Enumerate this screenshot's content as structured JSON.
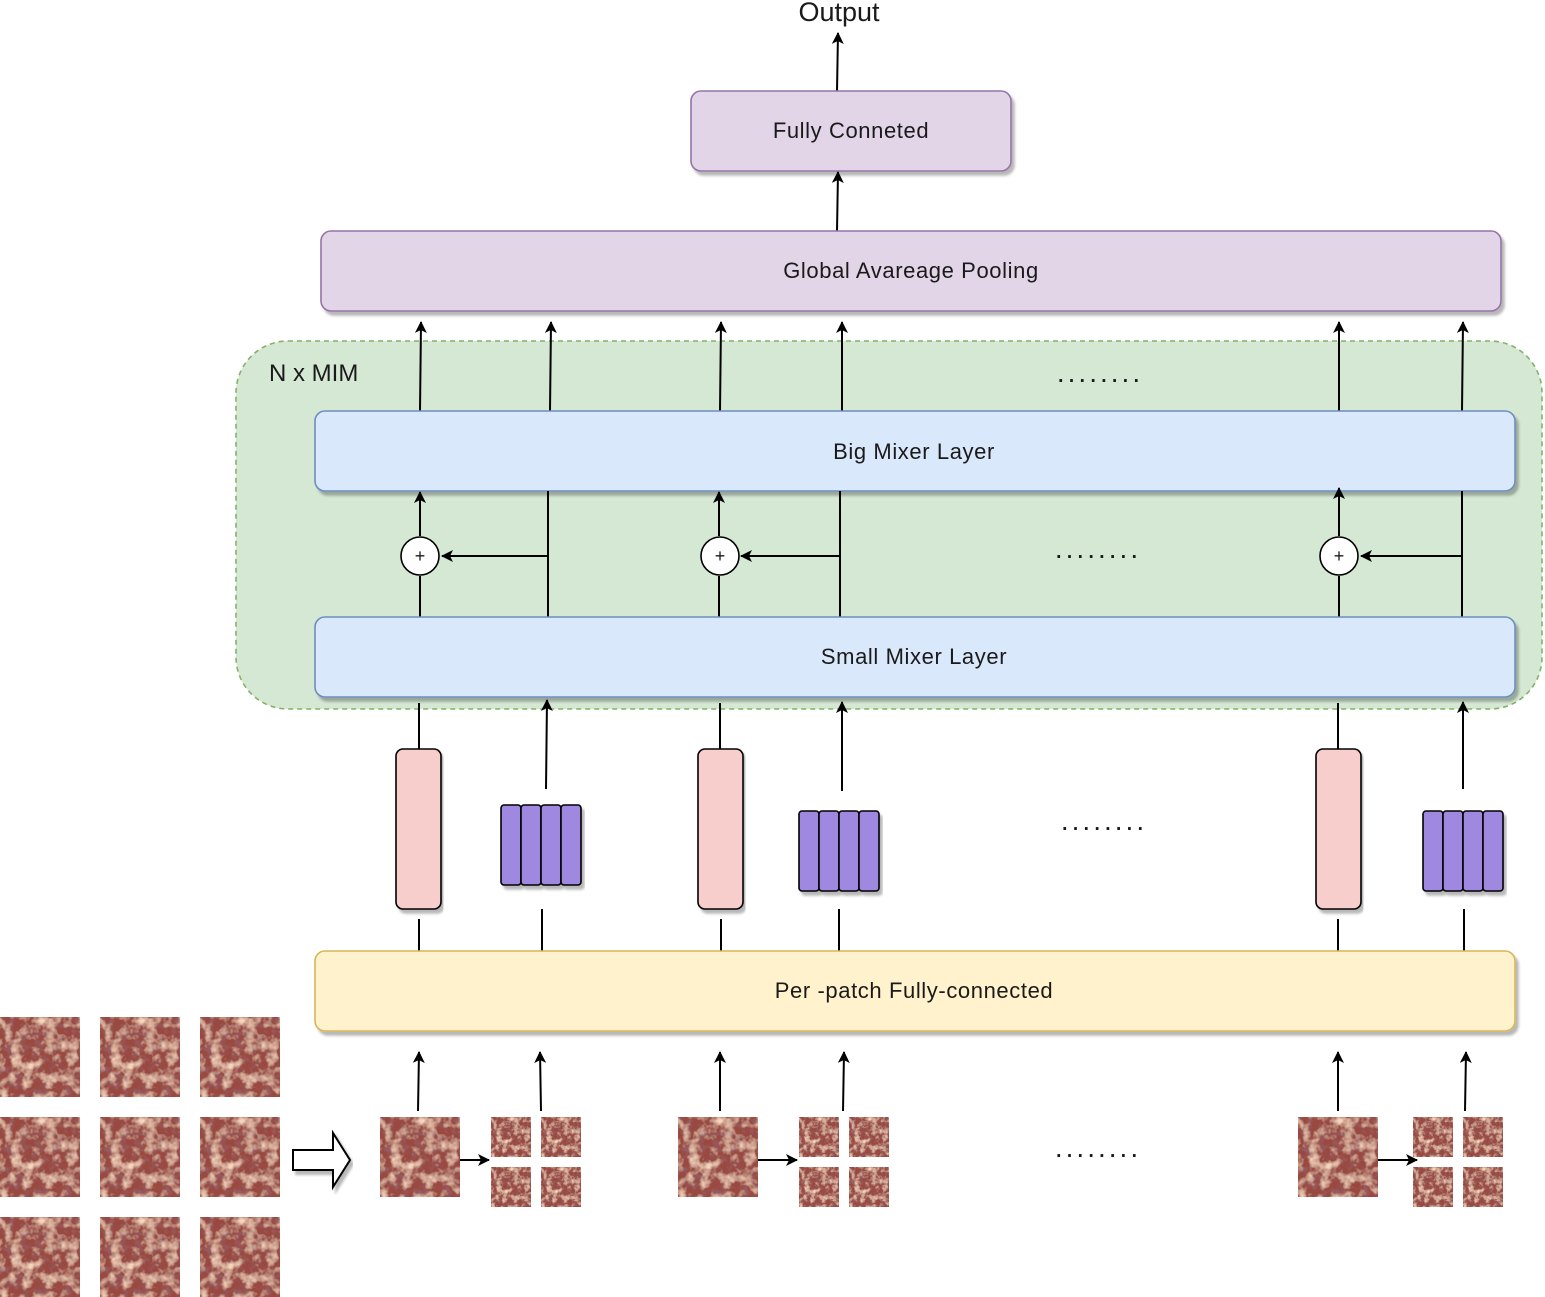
{
  "diagram": {
    "output_label": "Output",
    "fully_connected_label": "Fully  Conneted",
    "gap_label": "Global  Avareage  Pooling",
    "nmim_label": "N x MIM",
    "big_mixer_label": "Big  Mixer  Layer",
    "small_mixer_label": "Small  Mixer  Layer",
    "per_patch_label": "Per -patch  Fully-connected",
    "plus_symbol": "+",
    "ellipsis": "........",
    "colors": {
      "fc_fill": "#e1d5e7",
      "fc_stroke": "#9673a6",
      "mim_fill": "#d5e8d4",
      "mim_stroke": "#82b366",
      "mixer_fill": "#dae8fc",
      "mixer_stroke": "#6c8ebf",
      "perpatch_fill": "#fff2cc",
      "perpatch_stroke": "#d6b656",
      "token_fill": "#f8cecc",
      "subtoken_fill": "#9e88e0",
      "tissue_base": "#9a4840",
      "tissue_light": "#e8a47e"
    }
  }
}
